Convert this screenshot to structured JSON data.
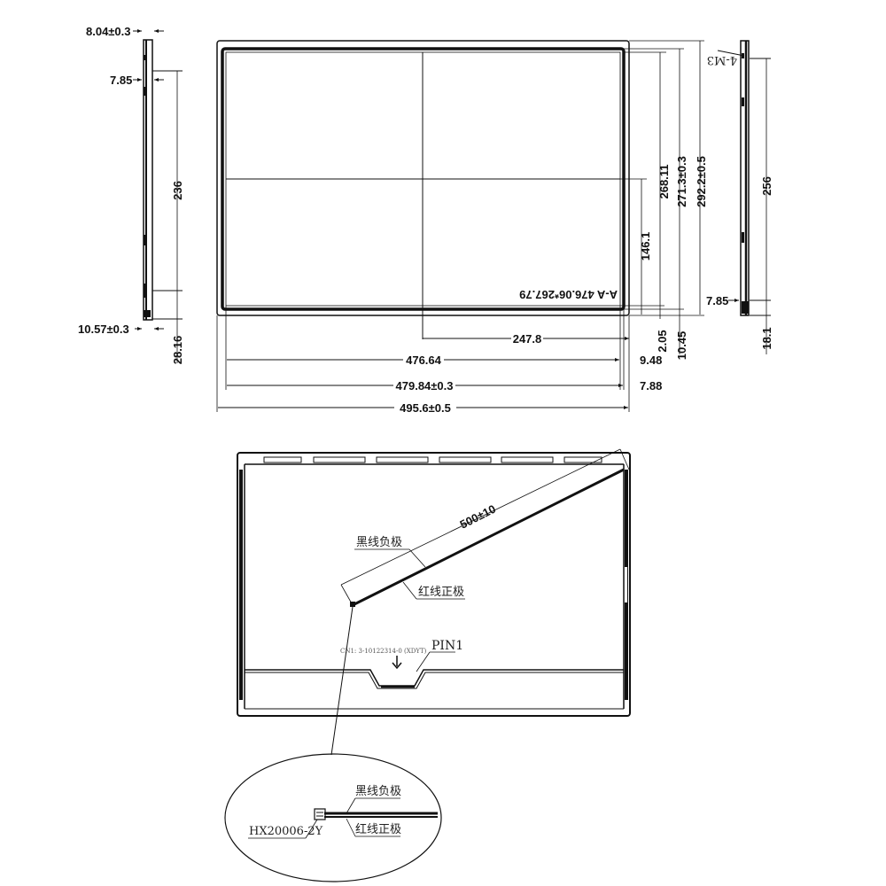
{
  "drawing": {
    "top_view": {
      "left_side": {
        "dims": [
          "8.04±0.3",
          "7.85",
          "236",
          "10.57±0.3",
          "28.16"
        ]
      },
      "front": {
        "mirrored_label": "A-A  476.06*267.79",
        "vertical_dims": [
          "146.1",
          "268.11",
          "271.3±0.3",
          "292.2±0.5",
          "2.05",
          "10.45"
        ],
        "horizontal_dims": [
          "247.8",
          "476.64",
          "9.48",
          "479.84±0.3",
          "7.88",
          "495.6±0.5"
        ]
      },
      "right_side": {
        "screw_label": "4-M3",
        "dims": [
          "256",
          "7.85",
          "18.1"
        ]
      }
    },
    "back_view": {
      "cable_length": "500±10",
      "black_wire_label": "黑线负极",
      "red_wire_label": "红线正极",
      "part_note": "CN1: 3-10122314-0 (XDYT)",
      "pin1_label": "PIN1",
      "detail": {
        "connector_label": "HX20006-2Y",
        "black_wire_label": "黑线负极",
        "red_wire_label": "红线正极"
      }
    }
  }
}
